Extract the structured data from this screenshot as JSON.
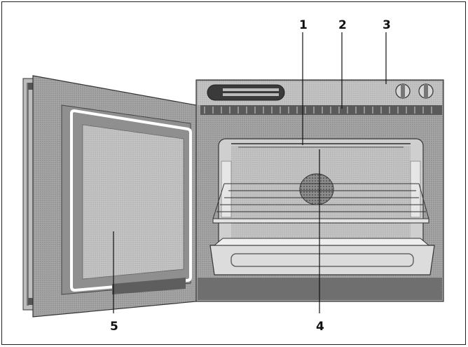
{
  "callouts": [
    {
      "id": "1",
      "label": "1"
    },
    {
      "id": "2",
      "label": "2"
    },
    {
      "id": "3",
      "label": "3"
    },
    {
      "id": "4",
      "label": "4"
    },
    {
      "id": "5",
      "label": "5"
    }
  ],
  "colors": {
    "line": "#111111",
    "oven_body": "#9a9a9a",
    "interior": "#b8b8b8",
    "door": "#8a8a8a",
    "seal": "#ffffff"
  }
}
